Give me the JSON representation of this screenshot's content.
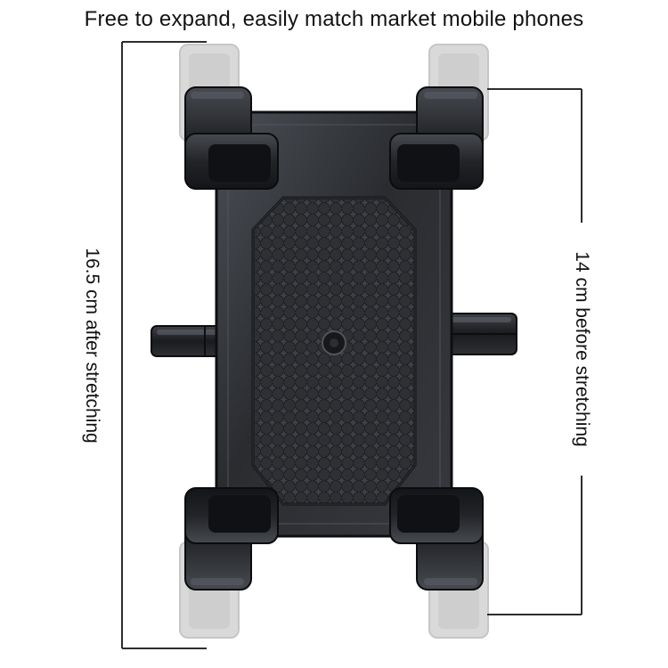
{
  "page": {
    "title": "Free to expand, easily match market mobile phones"
  },
  "annotations": {
    "left_label": "16.5 cm after stretching",
    "right_label": "14 cm before stretching"
  },
  "illustration": {
    "subject": "phone-holder-mount",
    "parts": [
      "ghost-expanded-grips",
      "corner-grip-top-left",
      "corner-grip-top-right",
      "corner-grip-bottom-left",
      "corner-grip-bottom-right",
      "mount-body",
      "textured-back-plate",
      "center-button",
      "left-side-arm",
      "right-side-arm"
    ]
  },
  "colors": {
    "background": "#ffffff",
    "text": "#121212",
    "dimension_line": "#2e2e2e",
    "body_dark": "#26282b",
    "body_light_edge": "#54575e",
    "recess": "#101114",
    "ghost_gray": "#d7d7d7"
  }
}
